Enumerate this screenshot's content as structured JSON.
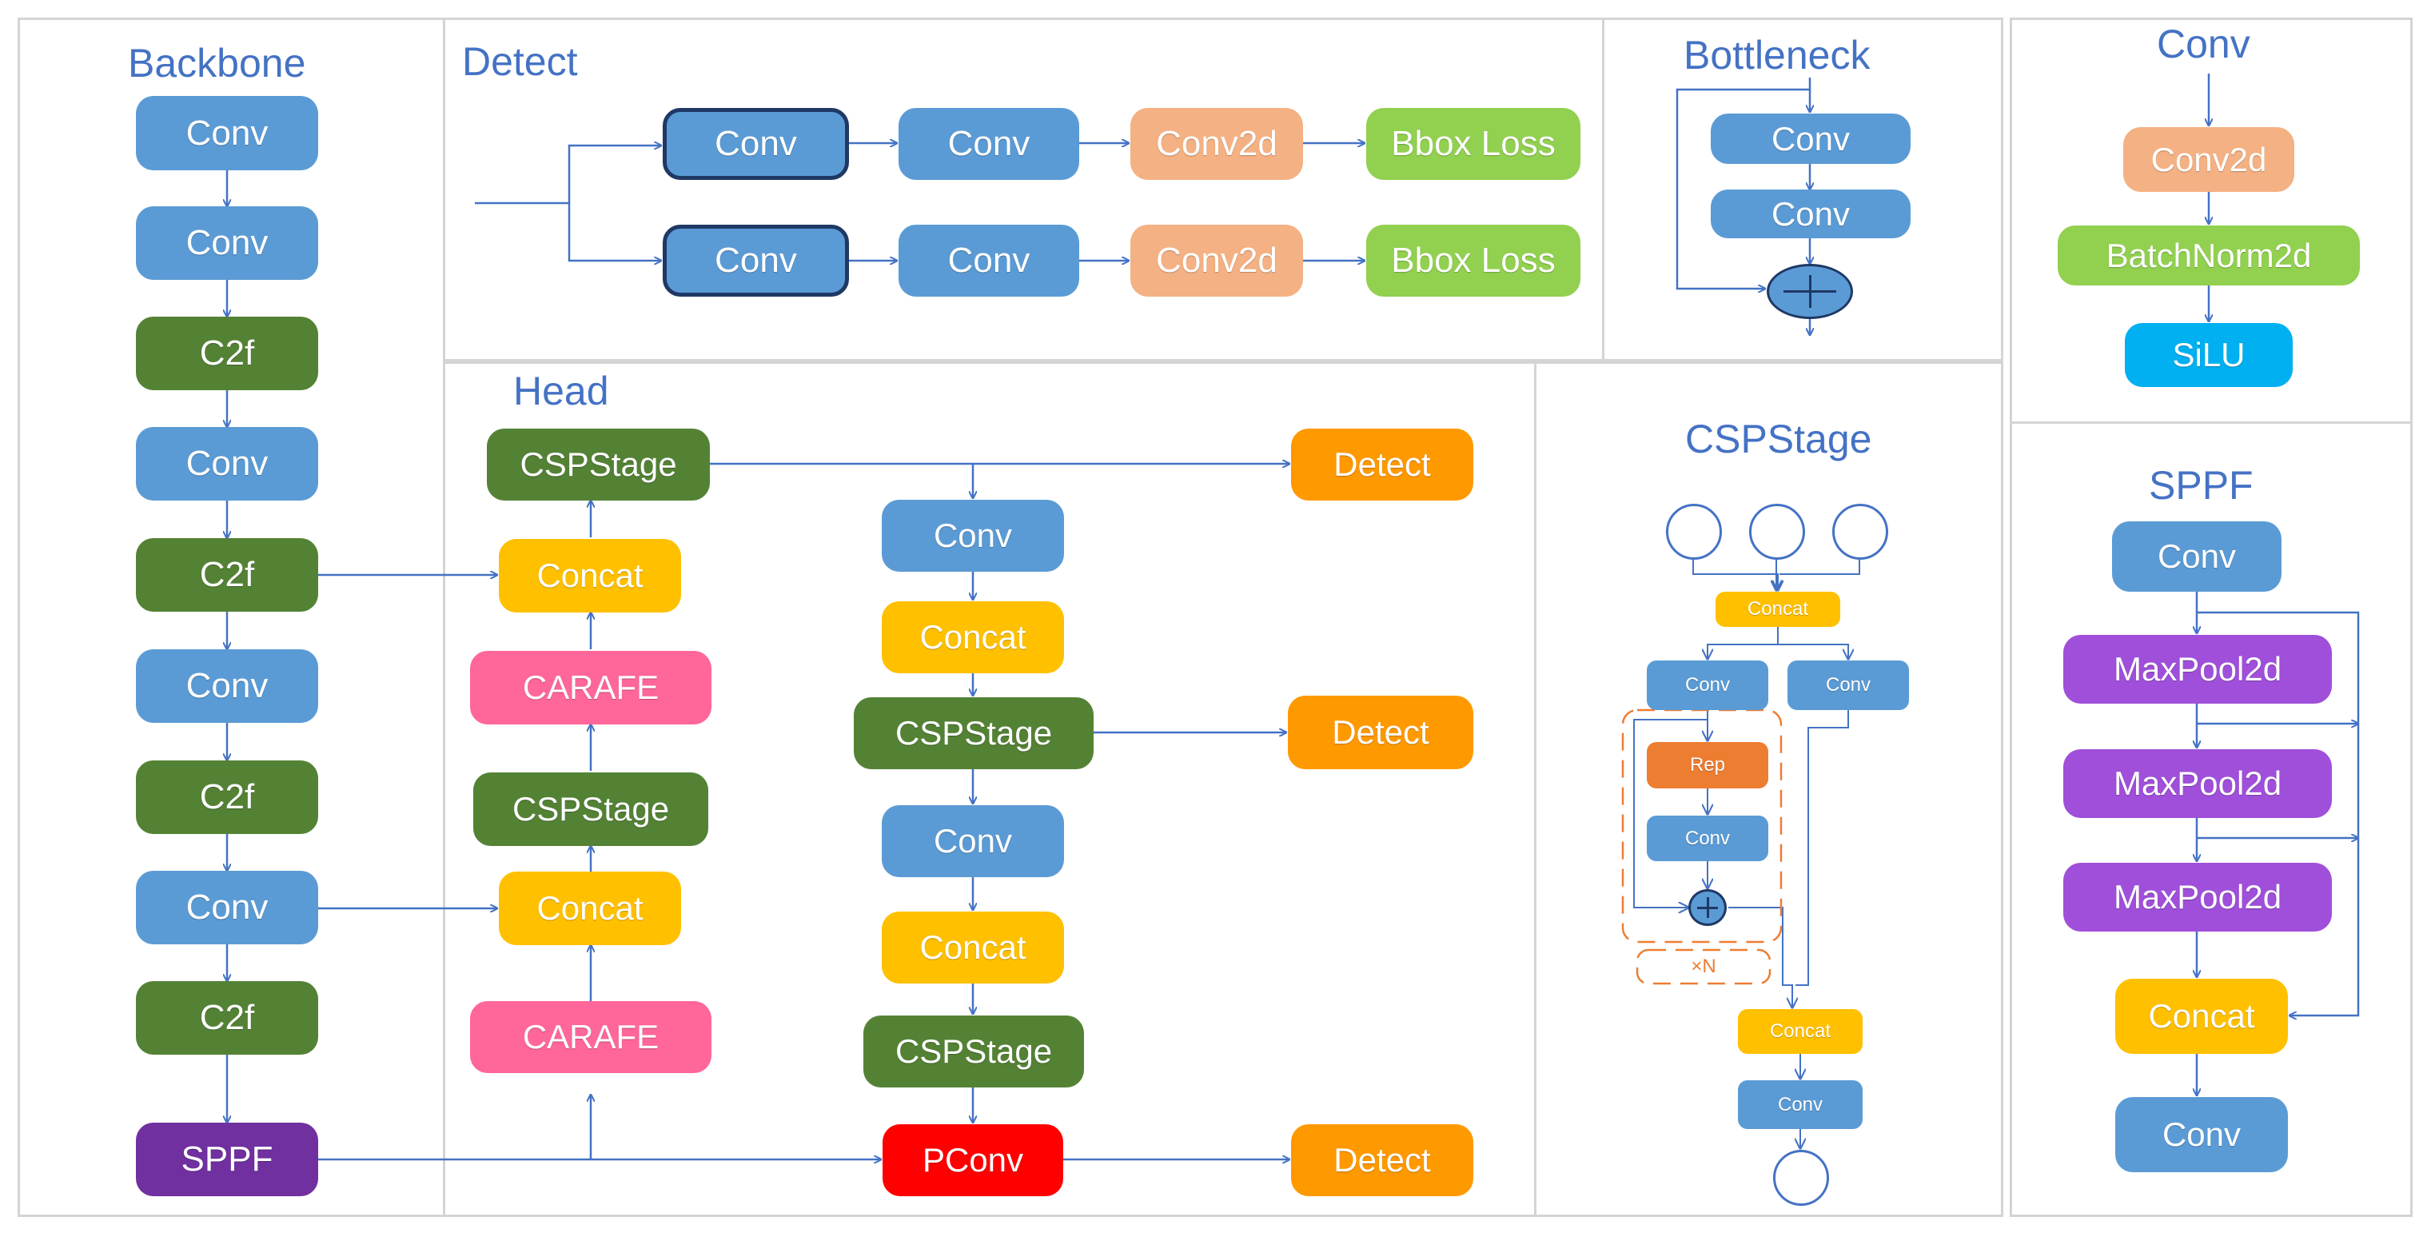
{
  "backbone": {
    "title": "Backbone",
    "nodes": [
      "Conv",
      "Conv",
      "C2f",
      "Conv",
      "C2f",
      "Conv",
      "C2f",
      "Conv",
      "C2f",
      "SPPF"
    ]
  },
  "detect": {
    "title": "Detect",
    "row1": [
      "Conv",
      "Conv",
      "Conv2d",
      "Bbox Loss"
    ],
    "row2": [
      "Conv",
      "Conv",
      "Conv2d",
      "Bbox Loss"
    ]
  },
  "bottleneck": {
    "title": "Bottleneck",
    "nodes": [
      "Conv",
      "Conv"
    ]
  },
  "conv_block": {
    "title": "Conv",
    "nodes": [
      "Conv2d",
      "BatchNorm2d",
      "SiLU"
    ]
  },
  "head": {
    "title": "Head",
    "left": [
      "CSPStage",
      "Concat",
      "CARAFE",
      "CSPStage",
      "Concat",
      "CARAFE"
    ],
    "middle": [
      "Conv",
      "Concat",
      "CSPStage",
      "Conv",
      "Concat",
      "CSPStage",
      "PConv"
    ],
    "outputs": [
      "Detect",
      "Detect",
      "Detect"
    ]
  },
  "cspstage": {
    "title": "CSPStage",
    "concat_top": "Concat",
    "conv_left": "Conv",
    "conv_right": "Conv",
    "rep": "Rep",
    "conv_inner": "Conv",
    "repeat_label": "×N",
    "concat_bottom": "Concat",
    "conv_bottom": "Conv"
  },
  "sppf": {
    "title": "SPPF",
    "nodes": [
      "Conv",
      "MaxPool2d",
      "MaxPool2d",
      "MaxPool2d",
      "Concat",
      "Conv"
    ]
  },
  "colors": {
    "conv": "#5b9bd5",
    "c2f": "#548235",
    "conv2d": "#f4b183",
    "bbox_loss": "#92d050",
    "detect": "#ff9900",
    "concat": "#ffc000",
    "carafe": "#ff6699",
    "pconv": "#ff0000",
    "sppf": "#7030a0",
    "maxpool": "#9f4fd9",
    "silu": "#00b0f0",
    "rep": "#ed7d31",
    "arrow": "#4472c4",
    "title": "#4472c4"
  }
}
